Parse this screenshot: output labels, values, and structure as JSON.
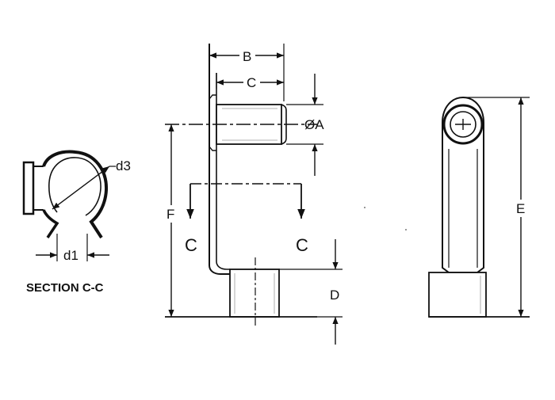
{
  "labels": {
    "B": "B",
    "C": "C",
    "dia_A": "ØA",
    "F": "F",
    "D": "D",
    "E": "E",
    "d1": "d1",
    "d3": "d3",
    "cut_left": "C",
    "cut_right": "C",
    "section_title": "SECTION C-C"
  }
}
